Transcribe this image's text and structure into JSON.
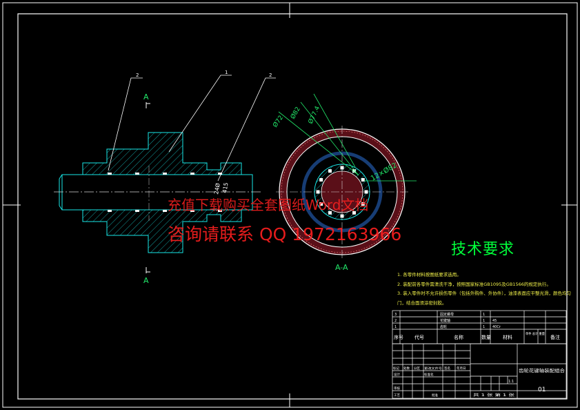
{
  "views": {
    "section_mark_top": "A",
    "section_mark_bottom": "A",
    "section_view_label": "A-A"
  },
  "callouts": {
    "c1": "2",
    "c2": "1",
    "c3": "2"
  },
  "dims": {
    "d72": "Ø72",
    "d82": "Ø82",
    "d77": "Ø77.4",
    "spline": "12×Ø82",
    "shaft_a": "24Ø",
    "shaft_b": "415"
  },
  "watermark": {
    "line1": "充值下载购买全套图纸Word文档",
    "line2": "咨询请联系 QQ 1972163966"
  },
  "tech": {
    "title": "技术要求",
    "lines": [
      "1. 各零件材料按图纸要求选用。",
      "2. 装配前各零件需清洗干净，按照国家标准GB1095及GB1566的规定执行。",
      "3. 装入零件时不允许损伤零件（包括外购件、外协件），油漆表面应平整光滑，颜色均匀",
      "门，结合面须涂密封胶。"
    ]
  },
  "title_block": {
    "parts_rows": [
      {
        "no": "3",
        "name": "固定螺母",
        "qty": "1",
        "mat": ""
      },
      {
        "no": "2",
        "name": "花键轴",
        "qty": "1",
        "mat": "45"
      },
      {
        "no": "1",
        "name": "齿轮",
        "qty": "1",
        "mat": "40Cr"
      }
    ],
    "header": {
      "seq": "序号",
      "code": "代号",
      "name": "名称",
      "qty": "数量",
      "mat": "材料",
      "weight": "单件 总计 重量",
      "remark": "备注"
    },
    "drawing_name": "齿轮花键轴装配组合",
    "scale": "1:1",
    "sheet": "共 1 张 第 1 张",
    "number": "01",
    "sig_labels": [
      "标记",
      "处数",
      "分区",
      "更改文件号",
      "签名",
      "年月日"
    ],
    "role_labels": [
      "设计",
      "审核",
      "工艺",
      "标准化",
      "批准"
    ]
  },
  "colors": {
    "frame": "#ffffff",
    "outline": "#18e8e8",
    "hatch": "#18c8c8",
    "section_bg": "#5a0f18",
    "dim": "#22e86a",
    "leader": "#ffffff",
    "centerline": "#d8d8d8",
    "wm_red": "#ff2020"
  }
}
